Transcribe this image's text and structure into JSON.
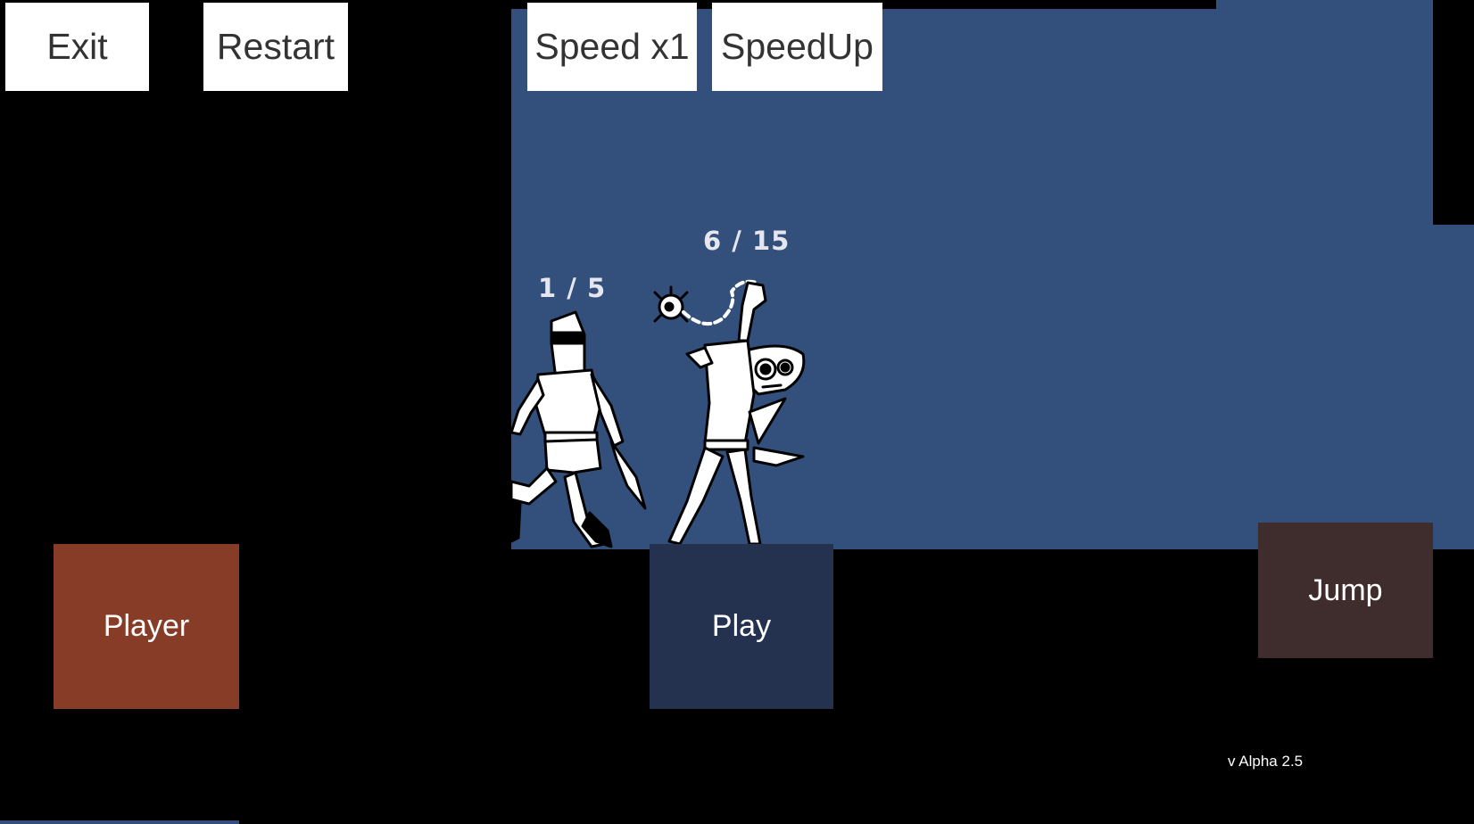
{
  "toolbar": {
    "exit_label": "Exit",
    "restart_label": "Restart",
    "speed_label": "Speed x1",
    "speedup_label": "SpeedUp"
  },
  "hud": {
    "player_counter": "1 / 5",
    "enemy_counter": "6 / 15"
  },
  "controls": {
    "player_label": "Player",
    "play_label": "Play",
    "jump_label": "Jump"
  },
  "version": "v Alpha 2.5",
  "colors": {
    "field": "#33507c",
    "player_button": "#873c27",
    "play_button": "#243250",
    "jump_button": "#3e2d2c",
    "top_button": "#ffffff"
  },
  "sprites": {
    "hero": "knight-with-blindfold",
    "enemy": "fish-creature-with-flail"
  }
}
